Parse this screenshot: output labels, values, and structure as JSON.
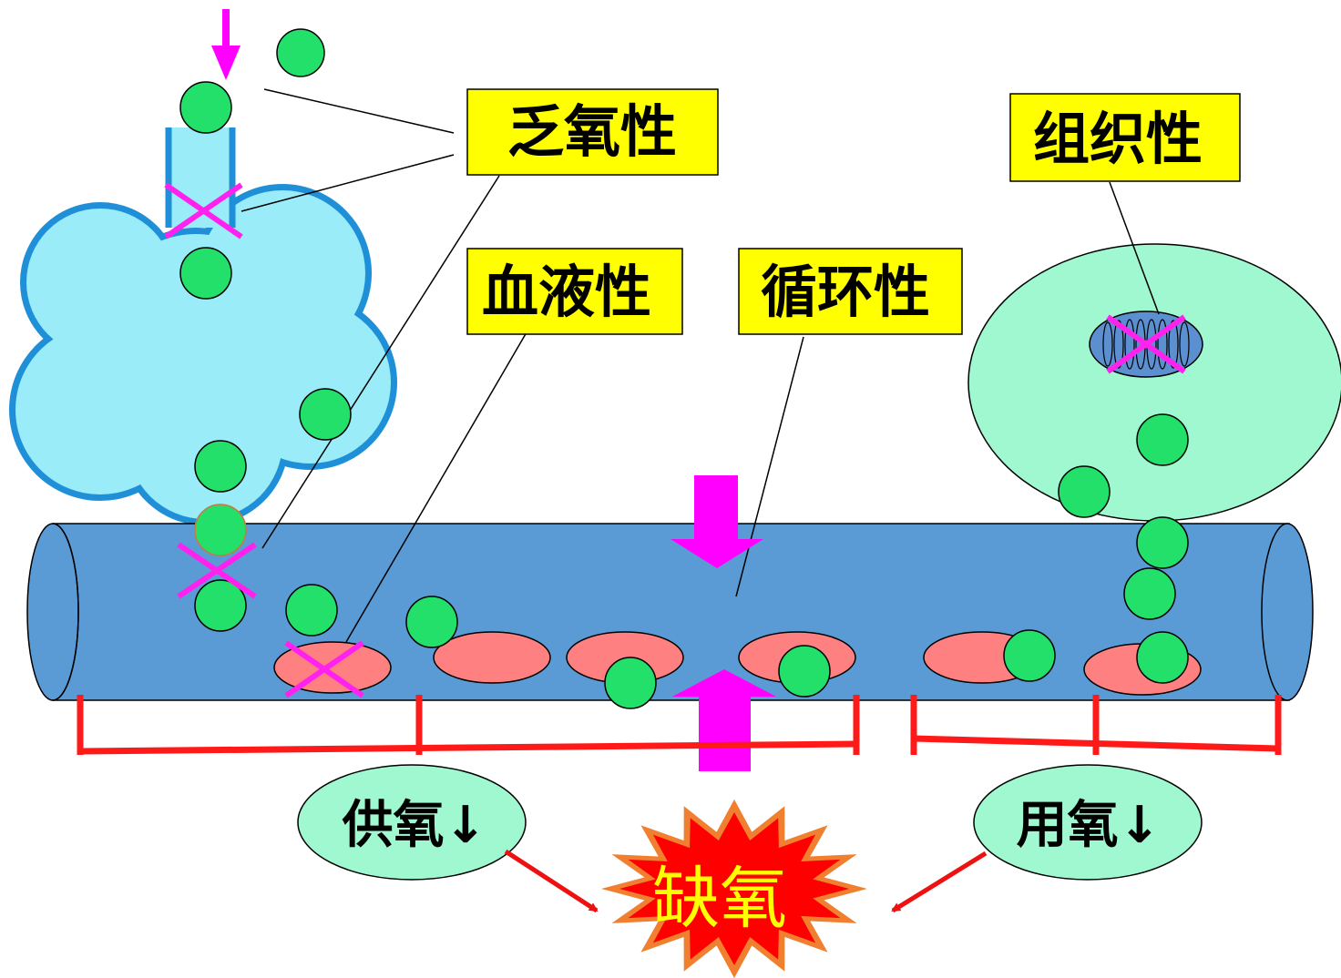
{
  "labels": {
    "hypotonic": "乏氧性",
    "hemic": "血液性",
    "circulatory": "循环性",
    "histogenous": "组织性",
    "supply": "供氧↓",
    "usage": "用氧↓",
    "hypoxia": "缺氧"
  },
  "colors": {
    "label_box": "#ffff00",
    "vessel": "#5b9bd5",
    "lung": "#99ecf8",
    "lung_edge": "#1f8fd8",
    "oxygen": "#22e06a",
    "rbc": "#ff8080",
    "cell": "#a0f8d0",
    "mitochondrion": "#5b8fd0",
    "arrow": "#ff00ff",
    "bracket": "#ff0000",
    "burst_outer": "#f08030",
    "burst_inner": "#ff0000",
    "hypoxia_text": "#ffff00"
  }
}
